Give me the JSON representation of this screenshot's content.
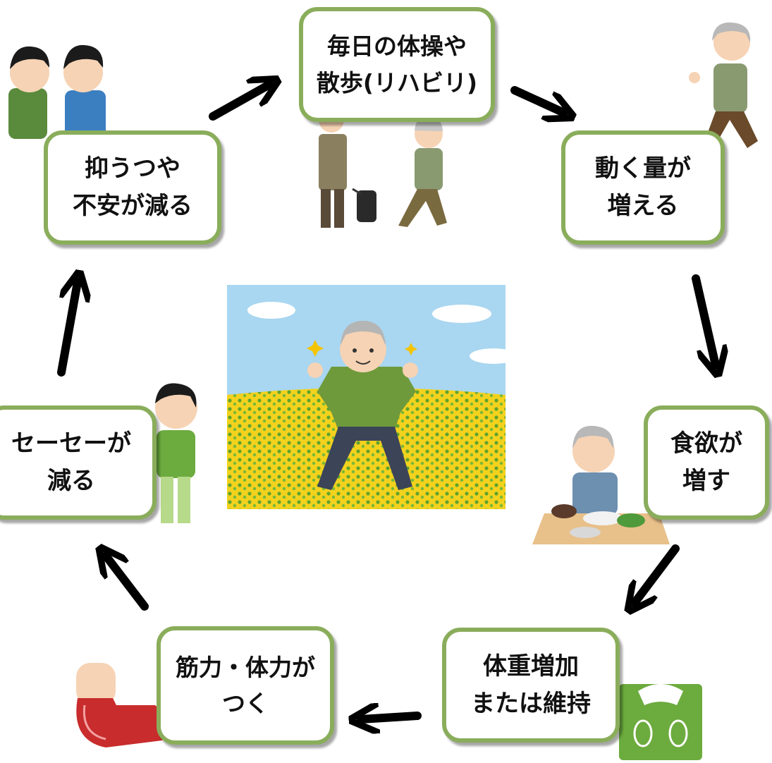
{
  "cycle": {
    "steps": [
      {
        "id": "exercise",
        "lines": [
          "毎日の体操や",
          "散歩(リハビリ)"
        ]
      },
      {
        "id": "activity",
        "lines": [
          "動く量が",
          "増える"
        ]
      },
      {
        "id": "appetite",
        "lines": [
          "食欲が",
          "増す"
        ]
      },
      {
        "id": "weight",
        "lines": [
          "体重増加",
          "または維持"
        ]
      },
      {
        "id": "muscle",
        "lines": [
          "筋力・体力が",
          "つく"
        ]
      },
      {
        "id": "breath",
        "lines": [
          "セーセーが",
          "減る"
        ]
      },
      {
        "id": "mood",
        "lines": [
          "抑うつや",
          "不安が減る"
        ]
      }
    ]
  },
  "colors": {
    "box_border": "#8aad5b",
    "arrow": "#000000",
    "sky": "#a9d6f0",
    "flower_field": "#f3d21d",
    "sweater": "#6f9a3c"
  },
  "illustrations": [
    "two-men-relieved-icon",
    "elderly-oxygen-walk-and-stretch-icon",
    "elderly-jogging-icon",
    "elderly-eating-meal-icon",
    "bathroom-scale-icon",
    "muscular-arm-icon",
    "man-breathing-icon",
    "elderly-man-flower-field-center-image"
  ]
}
